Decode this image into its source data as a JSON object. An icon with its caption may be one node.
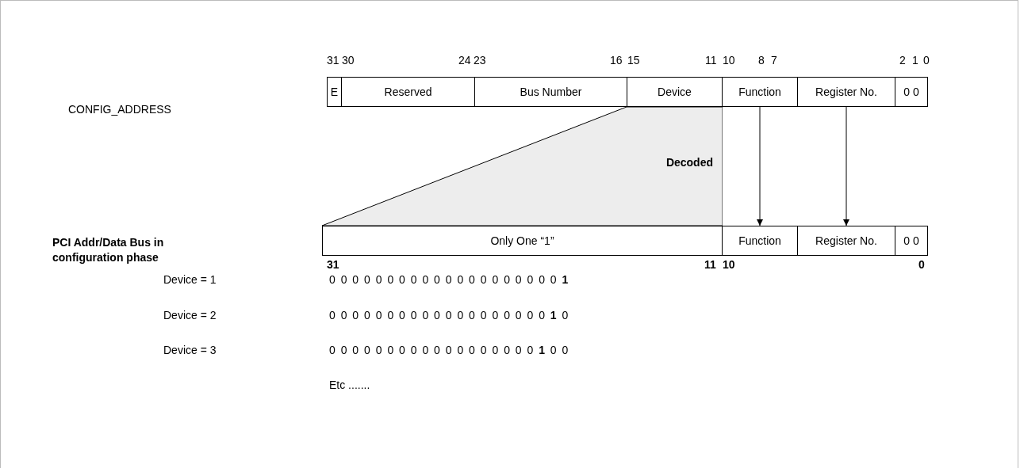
{
  "diagram": {
    "nodes": [
      {
        "text": [
          "E"
        ]
      },
      {
        "text": [
          "Reserved"
        ]
      },
      {
        "text": [
          "Bus Number"
        ]
      },
      {
        "text": [
          "Device"
        ]
      },
      {
        "text": [
          "Function"
        ]
      },
      {
        "text": [
          "Register No."
        ]
      },
      {
        "text": [
          "0 0"
        ]
      },
      {
        "text": [
          "Decoded"
        ]
      },
      {
        "text": [
          "Only One “1”"
        ]
      },
      {
        "text": [
          "Function"
        ]
      },
      {
        "text": [
          "Register No."
        ]
      },
      {
        "text": [
          "0 0"
        ]
      }
    ],
    "edges": [
      {
        "from": 4,
        "to": 9,
        "arrow": "to"
      },
      {
        "from": 5,
        "to": 10,
        "arrow": "to"
      }
    ],
    "labels": [
      "CONFIG_ADDRESS",
      "31",
      "30",
      "24",
      "23",
      "16",
      "15",
      "11",
      "10",
      "8",
      "7",
      "2",
      "1",
      "0",
      "PCI Addr/Data Bus in configuration phase",
      "31",
      "11",
      "10",
      "0",
      "Device = 1",
      "0 0 0 0 0 0 0 0 0 0 0 0 0 0 0 0 0 0 0 0 **1**",
      "Device = 2",
      "0 0 0 0 0 0 0 0 0 0 0 0 0 0 0 0 0 0 0 **1** 0",
      "Device = 3",
      "0 0 0 0 0 0 0 0 0 0 0 0 0 0 0 0 0 0 **1** 0 0",
      "Etc ......."
    ]
  }
}
